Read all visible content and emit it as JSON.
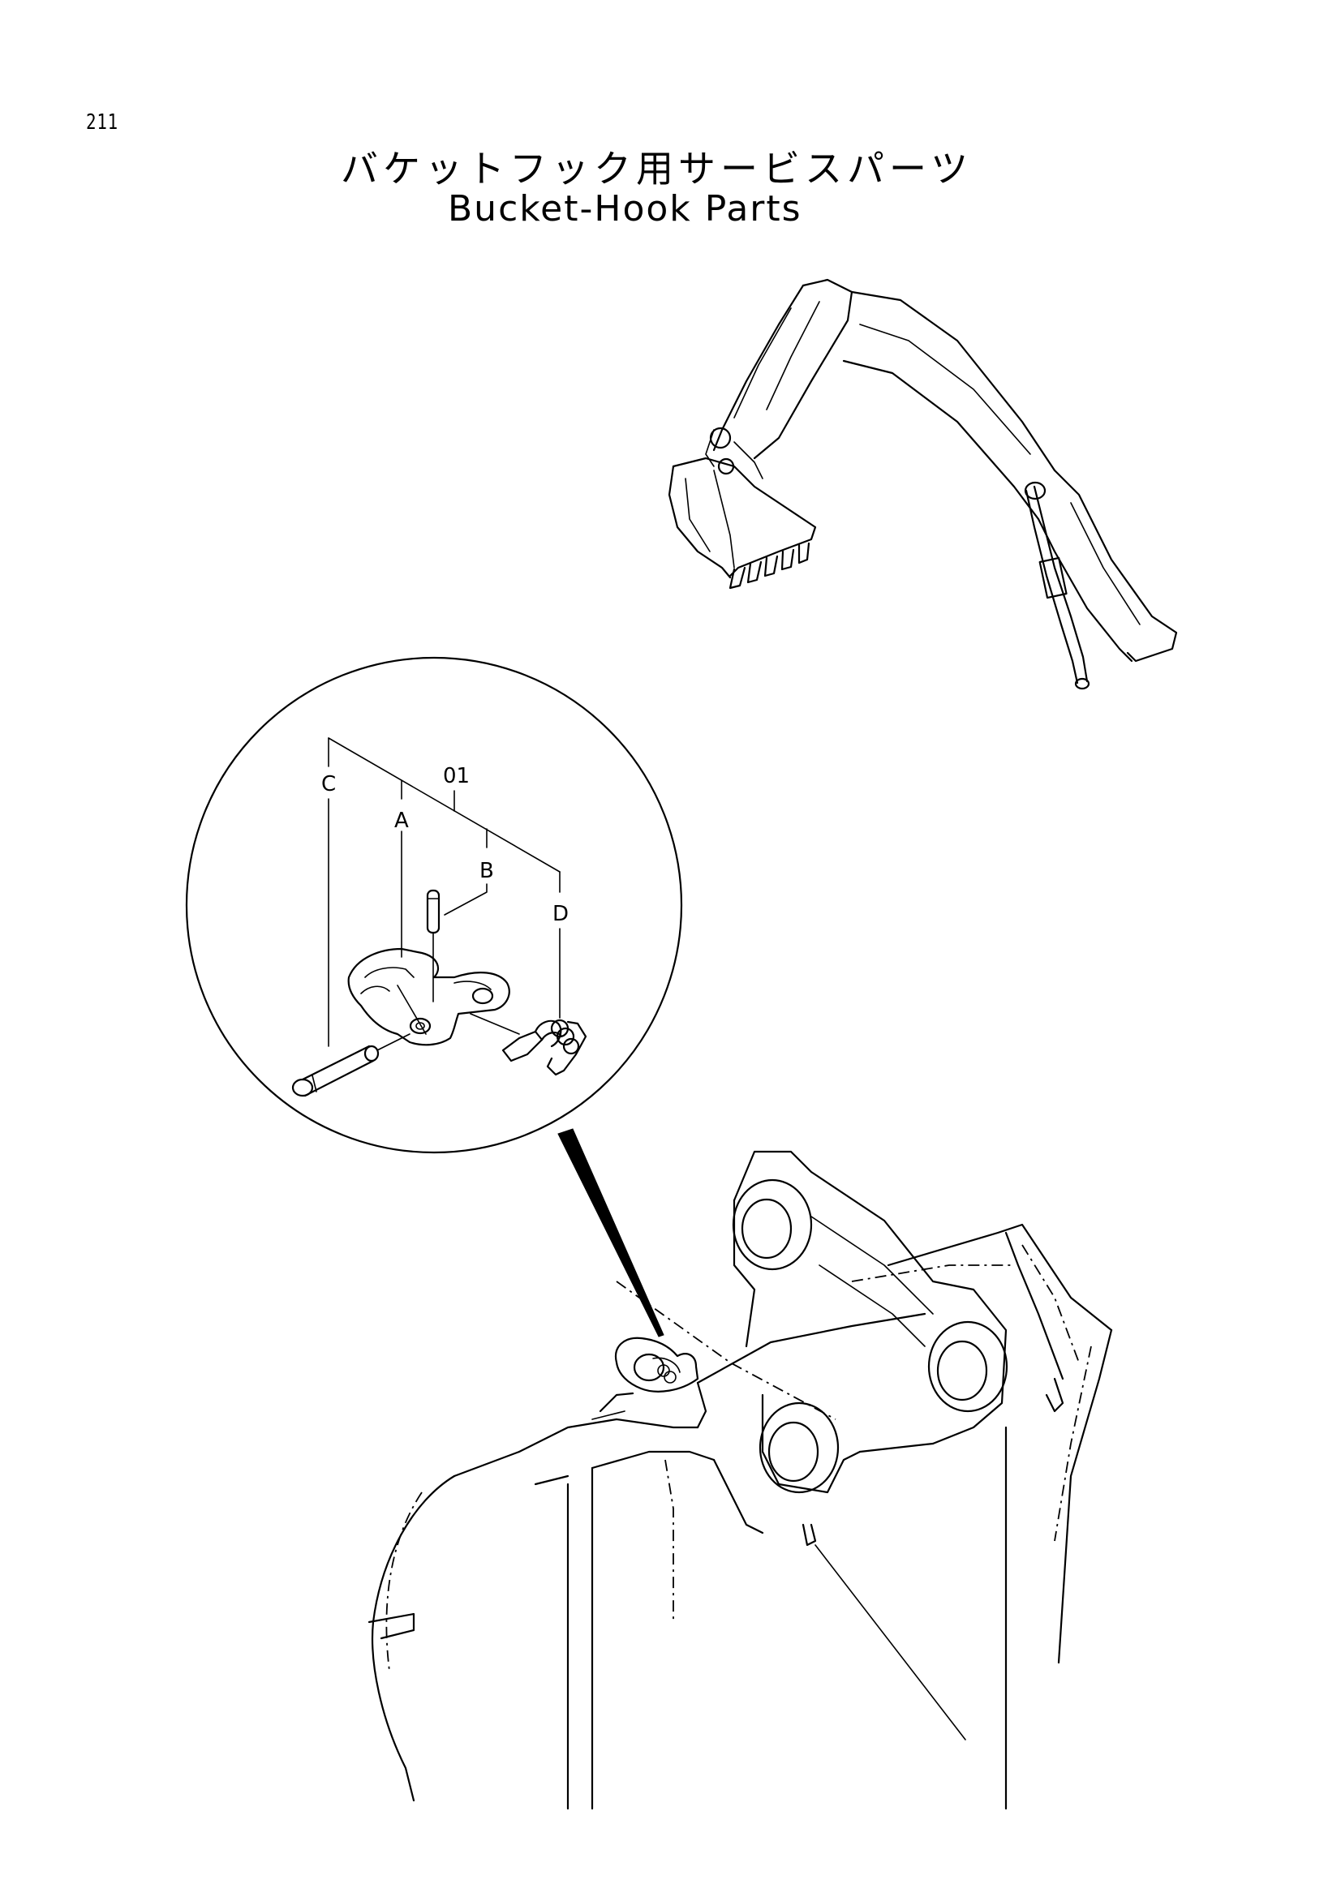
{
  "page": {
    "number": "211",
    "title_ja": "バケットフック用サービスパーツ",
    "title_en": "Bucket-Hook Parts"
  },
  "callouts": {
    "assembly": "01",
    "part_a": "A",
    "part_b": "B",
    "part_c": "C",
    "part_d": "D"
  }
}
